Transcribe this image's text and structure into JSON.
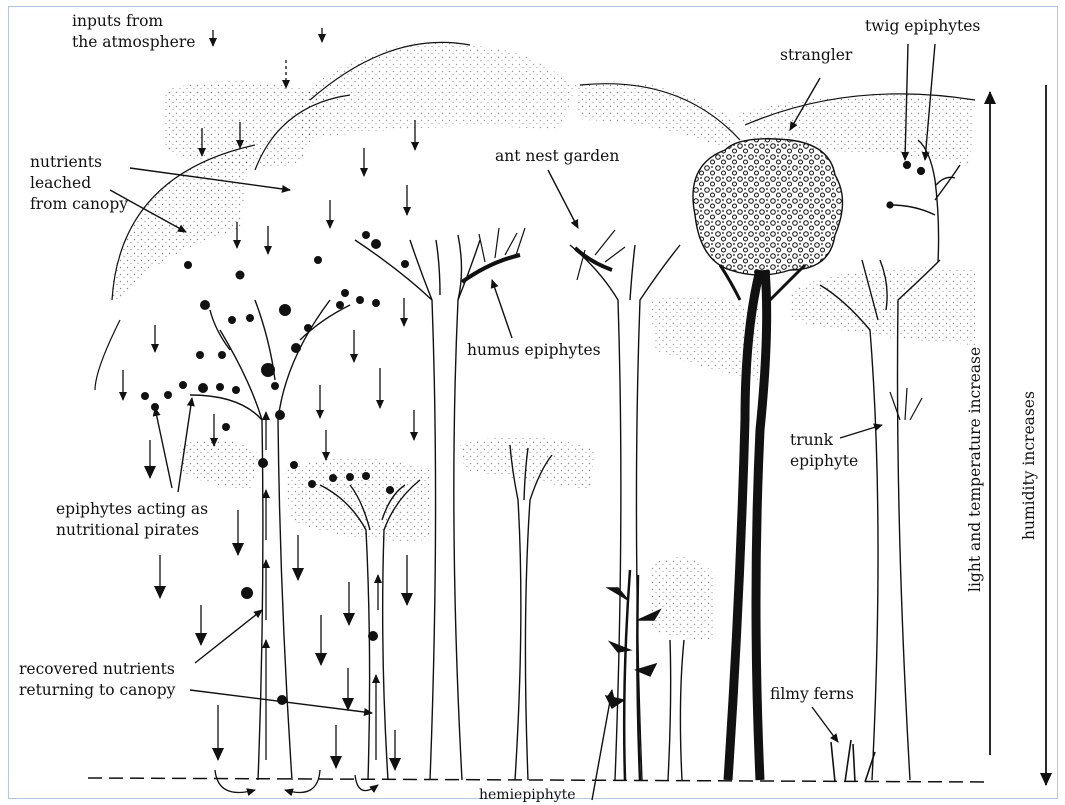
{
  "labels": {
    "inputs": "inputs from\nthe atmosphere",
    "nutrients_leached": "nutrients\nleached\nfrom canopy",
    "epiphytes_pirates": "epiphytes acting as\nnutritional pirates",
    "recovered": "recovered nutrients\nreturning to canopy",
    "ant_nest": "ant nest garden",
    "humus": "humus epiphytes",
    "strangler": "strangler",
    "twig": "twig epiphytes",
    "trunk_epiphyte": "trunk\nepiphyte",
    "filmy_ferns": "filmy ferns",
    "hemiepiphyte": "hemiepiphyte",
    "light_temp": "light and temperature increase",
    "humidity": "humidity increases"
  },
  "colors": {
    "ink": "#111111",
    "frame": "#b7c4e6",
    "background": "#ffffff"
  }
}
